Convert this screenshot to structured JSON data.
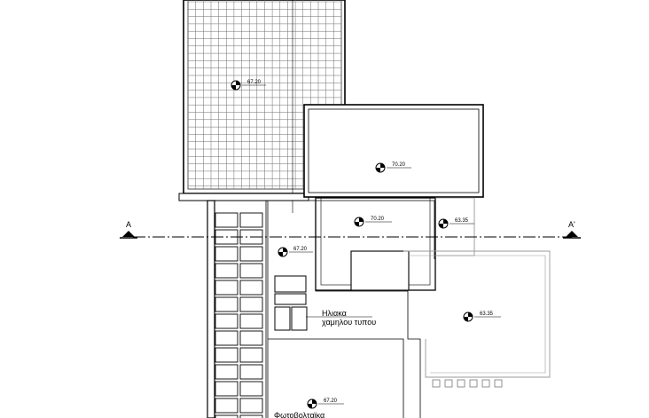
{
  "levels": {
    "upper_roof": "67.20",
    "upper_block": "70.20",
    "middle_block": "70.20",
    "side_terrace": "63.35",
    "courtyard": "67.20",
    "right_terrace": "63.35",
    "lower_area": "67.20"
  },
  "section_marks": {
    "left": "A",
    "right": "A'"
  },
  "notes": {
    "solar_line1": "Ηλιακα",
    "solar_line2": "χαμηλου τυπου",
    "photovoltaic": "Φωτοβολταϊκα"
  },
  "colors": {
    "line": "#000000",
    "hatch": "#6d6d6d",
    "background": "#ffffff"
  }
}
